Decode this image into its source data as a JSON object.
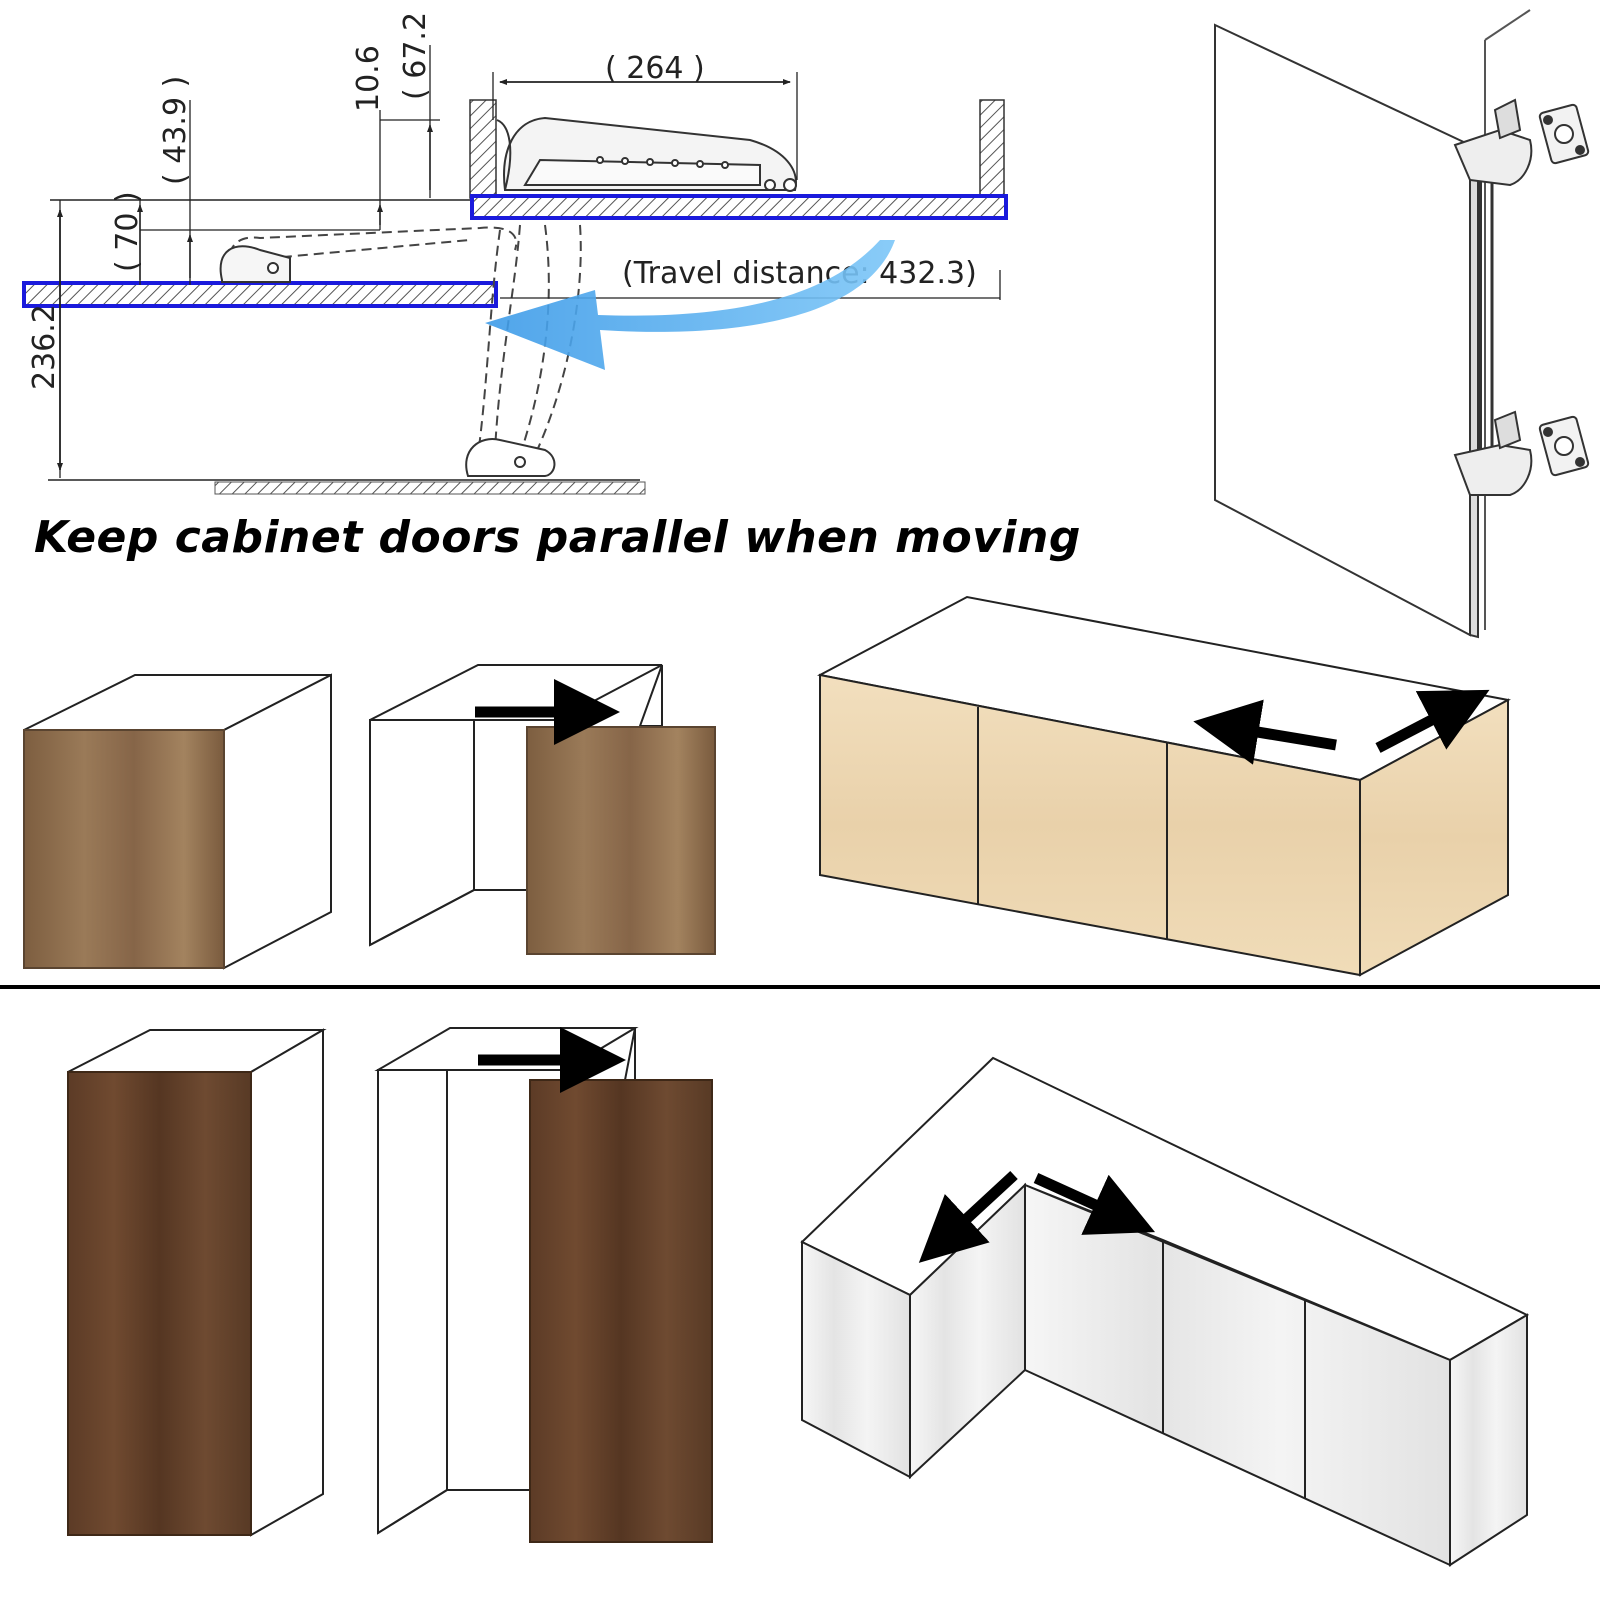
{
  "headline": "Keep cabinet doors parallel when moving",
  "dimensions": {
    "d264": "( 264 )",
    "d67_2": "( 67.2 )",
    "d10_6": "10.6",
    "d43_9": "( 43.9 )",
    "d70": "( 70 )",
    "d236_2": "236.2",
    "travel": "(Travel distance:  432.3)"
  },
  "colors": {
    "highlight": "#1a1adc",
    "arrow_blue": "#4aa8ee",
    "wood_medium": "#8a6a4a",
    "wood_light": "#efd9b6",
    "wood_dark": "#5a3a26",
    "wood_white": "#f3f3f3"
  }
}
